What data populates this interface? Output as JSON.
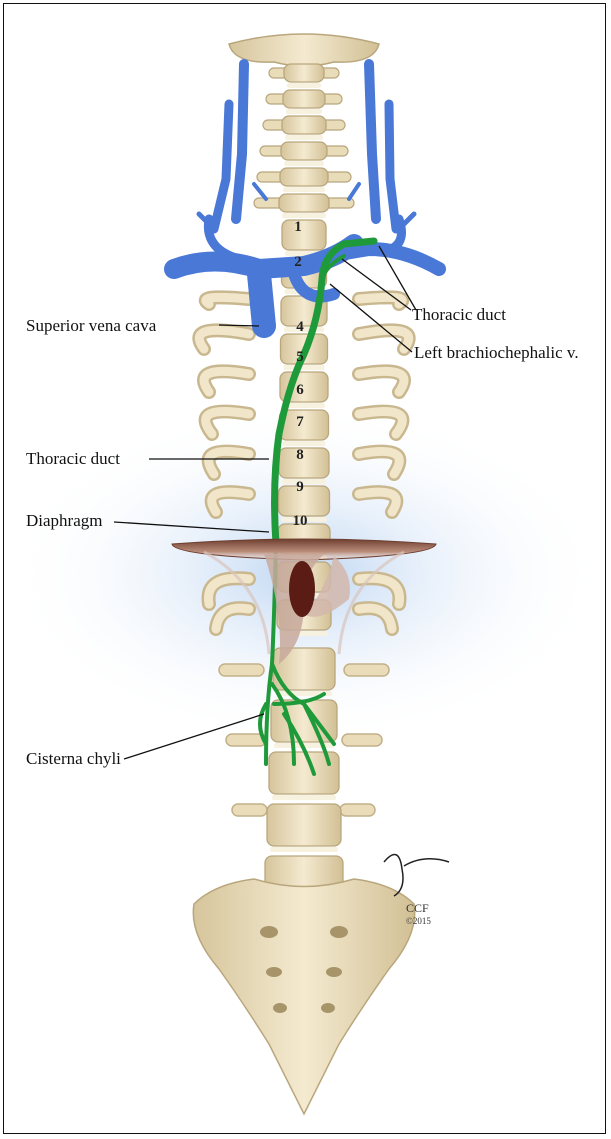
{
  "labels": {
    "superior_vena_cava": "Superior vena cava",
    "thoracic_duct_top": "Thoracic duct",
    "left_brachiocephalic": "Left brachiochephalic v.",
    "thoracic_duct_mid": "Thoracic duct",
    "diaphragm": "Diaphragm",
    "cisterna_chyli": "Cisterna chyli"
  },
  "vertebra_numbers": [
    "1",
    "2",
    "4",
    "5",
    "6",
    "7",
    "8",
    "9",
    "10"
  ],
  "signature": {
    "initials": "CCF",
    "year": "©2015"
  },
  "colors": {
    "bone": "#efe3c4",
    "bone_shadow": "#c9b88f",
    "vein": "#4a78d6",
    "duct": "#1f9a3a",
    "diaphragm": "#8e5a48",
    "glow": "#cfe0f5"
  }
}
